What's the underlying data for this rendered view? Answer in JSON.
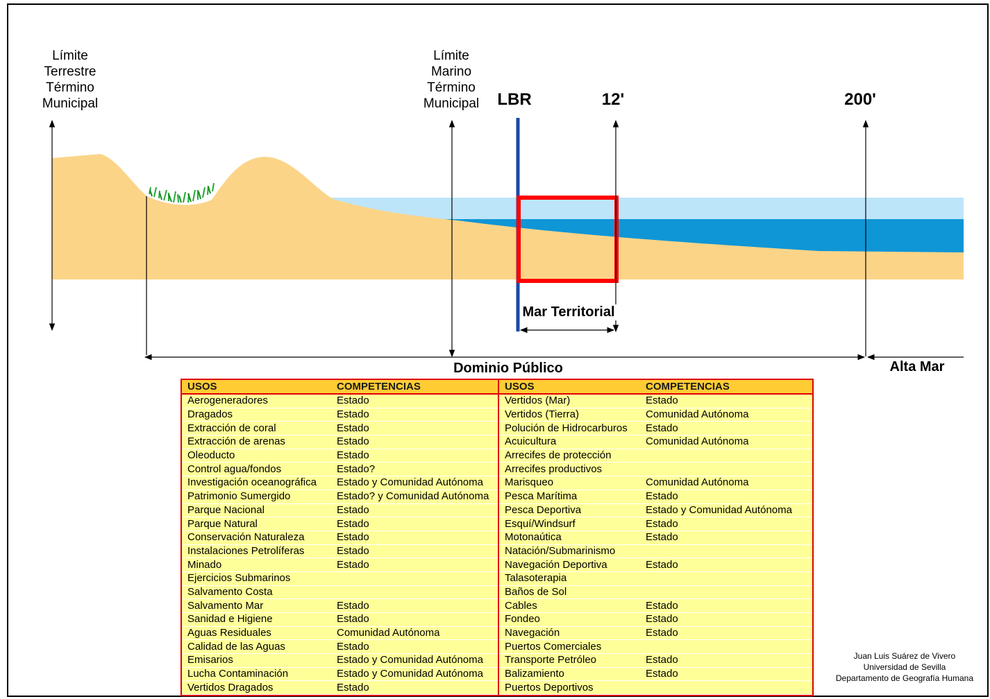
{
  "labels": {
    "limite_terrestre": [
      "Límite",
      "Terrestre",
      "Término",
      "Municipal"
    ],
    "limite_marino": [
      "Límite",
      "Marino",
      "Término",
      "Municipal"
    ],
    "lbr": "LBR",
    "doce_millas": "12'",
    "doscientas_millas": "200'",
    "mar_territorial": "Mar Territorial",
    "dominio_publico": "Dominio Público",
    "alta_mar": "Alta Mar"
  },
  "colors": {
    "land": "#fcd488",
    "shallow_water": "#bde5fa",
    "deep_water": "#0f96d6",
    "lbr_line": "#1a4aa8",
    "highlight_box": "#ff0000",
    "table_header": "#ffcc33",
    "table_body": "#ffff99",
    "vegetation": "#22aa33"
  },
  "table": {
    "headers": [
      "USOS",
      "COMPETENCIAS",
      "USOS",
      "COMPETENCIAS"
    ],
    "rows": [
      [
        "Aerogeneradores",
        "Estado",
        "Vertidos (Mar)",
        "Estado"
      ],
      [
        "Dragados",
        "Estado",
        "Vertidos (Tierra)",
        "Comunidad Autónoma"
      ],
      [
        "Extracción de coral",
        "Estado",
        "Polución de Hidrocarburos",
        "Estado"
      ],
      [
        "Extracción de arenas",
        "Estado",
        "Acuicultura",
        "Comunidad Autónoma"
      ],
      [
        "Oleoducto",
        "Estado",
        "Arrecifes de protección",
        ""
      ],
      [
        "Control agua/fondos",
        "Estado?",
        "Arrecifes productivos",
        ""
      ],
      [
        "Investigación oceanográfica",
        "Estado y Comunidad Autónoma",
        "Marisqueo",
        "Comunidad Autónoma"
      ],
      [
        "Patrimonio Sumergido",
        "Estado? y Comunidad Autónoma",
        "Pesca Marítima",
        "Estado"
      ],
      [
        "Parque Nacional",
        "Estado",
        "Pesca Deportiva",
        "Estado y Comunidad Autónoma"
      ],
      [
        "Parque Natural",
        "Estado",
        "Esquí/Windsurf",
        "Estado"
      ],
      [
        "Conservación Naturaleza",
        "Estado",
        "Motonaútica",
        "Estado"
      ],
      [
        "Instalaciones Petrolíferas",
        "Estado",
        "Natación/Submarinismo",
        ""
      ],
      [
        "Minado",
        "Estado",
        "Navegación Deportiva",
        "Estado"
      ],
      [
        "Ejercicios Submarinos",
        "",
        "Talasoterapia",
        ""
      ],
      [
        "Salvamento Costa",
        "",
        "Baños de Sol",
        ""
      ],
      [
        "Salvamento Mar",
        "Estado",
        "Cables",
        "Estado"
      ],
      [
        "Sanidad e Higiene",
        "Estado",
        "Fondeo",
        "Estado"
      ],
      [
        "Aguas Residuales",
        "Comunidad Autónoma",
        "Navegación",
        "Estado"
      ],
      [
        "Calidad de las Aguas",
        "Estado",
        "Puertos Comerciales",
        ""
      ],
      [
        "Emisarios",
        "Estado y Comunidad Autónoma",
        "Transporte Petróleo",
        "Estado"
      ],
      [
        "Lucha Contaminación",
        "Estado y Comunidad Autónoma",
        "Balizamiento",
        "Estado"
      ],
      [
        "Vertidos Dragados",
        "Estado",
        "Puertos Deportivos",
        ""
      ]
    ]
  },
  "credit": [
    "Juan Luis Suárez de Vivero",
    "Universidad de Sevilla",
    "Departamento de Geografía Humana"
  ]
}
